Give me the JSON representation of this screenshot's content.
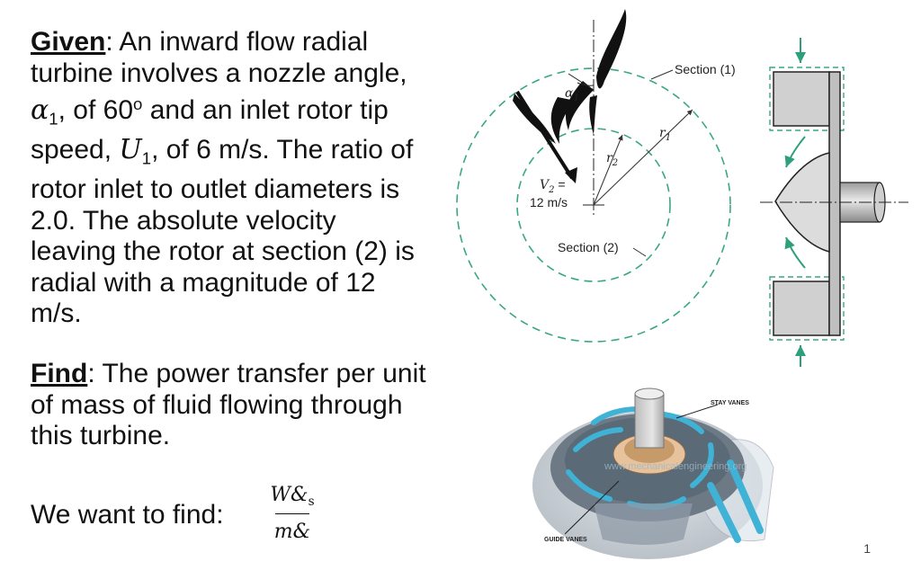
{
  "given": {
    "heading": "Given",
    "t1": ": An inward flow radial turbine involves a nozzle angle, ",
    "alpha": "α",
    "sub1": "1",
    "t2": ", of 60",
    "deg": "o",
    "t3": " and an inlet rotor tip speed, ",
    "u": "U",
    "sub2": "1",
    "t4": ", of 6 m/s. The ratio of rotor inlet to outlet diameters is 2.0. The absolute velocity leaving the rotor at section (2) is radial with a magnitude of 12 m/s."
  },
  "find": {
    "heading": "Find",
    "text": ": The power transfer per unit of mass of fluid flowing through this turbine."
  },
  "want": {
    "text": "We want to find:",
    "numerator": "W&",
    "numerator_sub": "s",
    "denominator": "m&"
  },
  "diagram": {
    "section1": "Section (1)",
    "section2": "Section (2)",
    "r1": "r",
    "r1_sub": "1",
    "r2": "r",
    "r2_sub": "2",
    "alpha": "α",
    "alpha_sub": "1",
    "v2": "V",
    "v2_sub": "2",
    "v2_eq": " =",
    "v2_val": "12 m/s"
  },
  "illustration": {
    "stay_vanes": "STAY VANES",
    "guide_vanes": "GUIDE VANES",
    "watermark": "www.mechanicalengineering.org"
  },
  "page_number": "1",
  "colors": {
    "dashed_green": "#3aa784",
    "arrow_green": "#2e9f7d",
    "turbine_blue": "#3fb2d6"
  }
}
